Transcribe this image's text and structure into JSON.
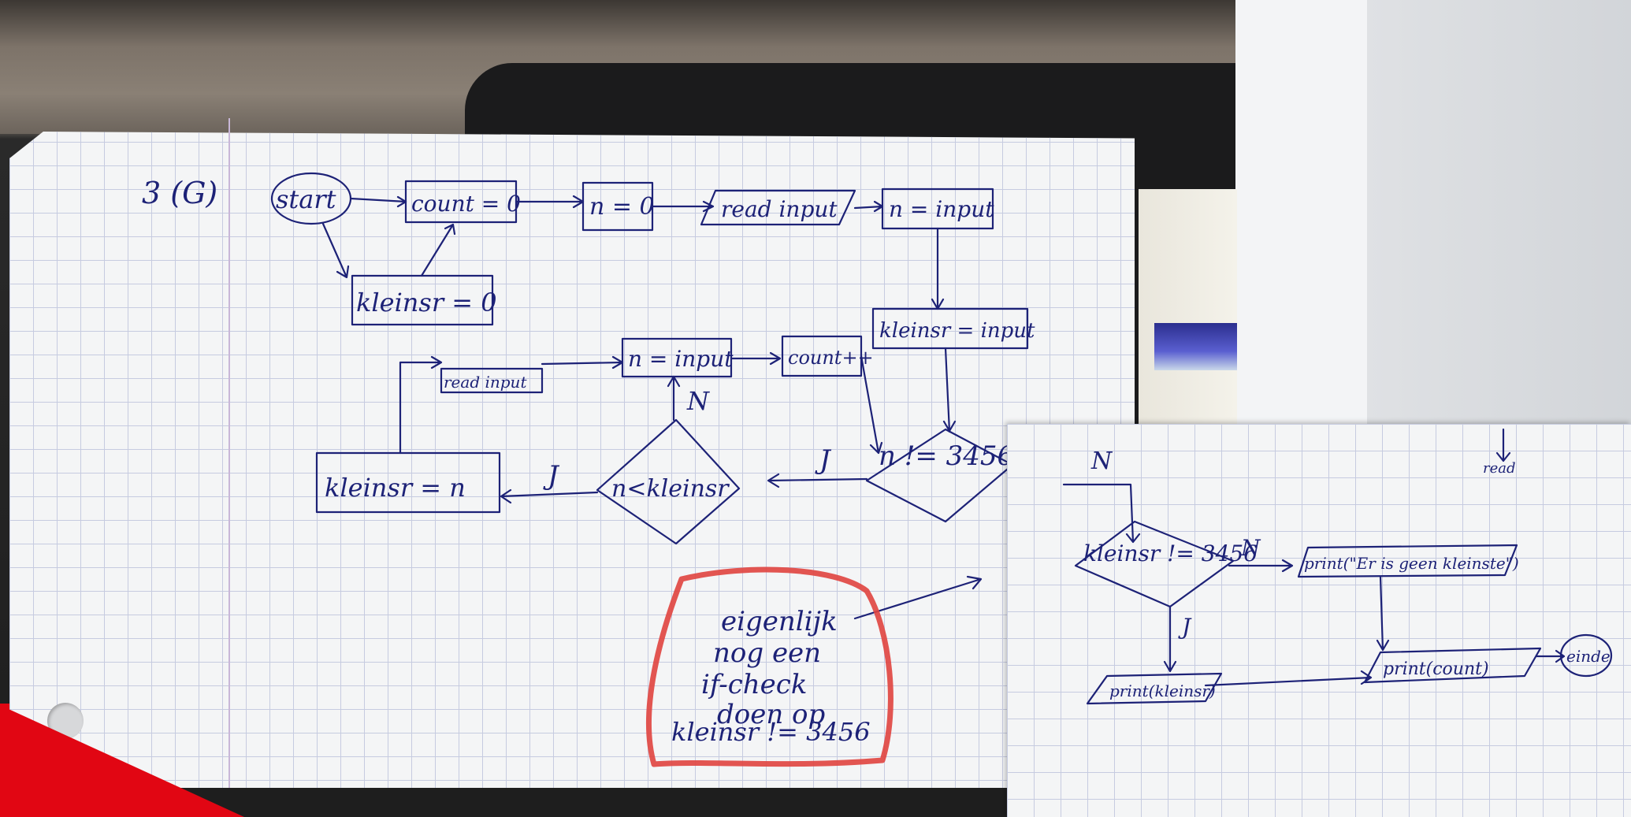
{
  "title": "3 (G)",
  "nodes": {
    "start": "start",
    "count_init": "count = 0",
    "n_init": "n = 0",
    "read_input_1": "read input",
    "n_input_1": "n = input",
    "kleinsr_init": "kleinsr = 0",
    "kleinsr_input": "kleinsr = input",
    "read_input_2": "read input",
    "n_input_2": "n = input",
    "count_inc": "count++",
    "decision_n_ne": "n != 3456",
    "decision_n_lt": "n<kleinsr",
    "kleinsr_n": "kleinsr = n",
    "decision_kleinsr": "kleinsr != 3456",
    "print_msg": "print(\"Er is geen kleinste\")",
    "print_kleinsr": "print(kleinsr)",
    "print_count": "print(count)",
    "end": "einde",
    "read_label_inset": "read"
  },
  "edge_labels": {
    "n_lt_no": "N",
    "n_ne_yes": "J",
    "n_lt_yes": "J",
    "inset_n_top": "N",
    "inset_dec_no": "N",
    "inset_dec_yes": "J"
  },
  "note": [
    "eigenlijk",
    "nog een",
    "if-check",
    "doen op",
    "kleinsr != 3456"
  ],
  "colors": {
    "ink": "#1d2277",
    "note_red": "#e0443f",
    "corner_red": "#e10613"
  }
}
